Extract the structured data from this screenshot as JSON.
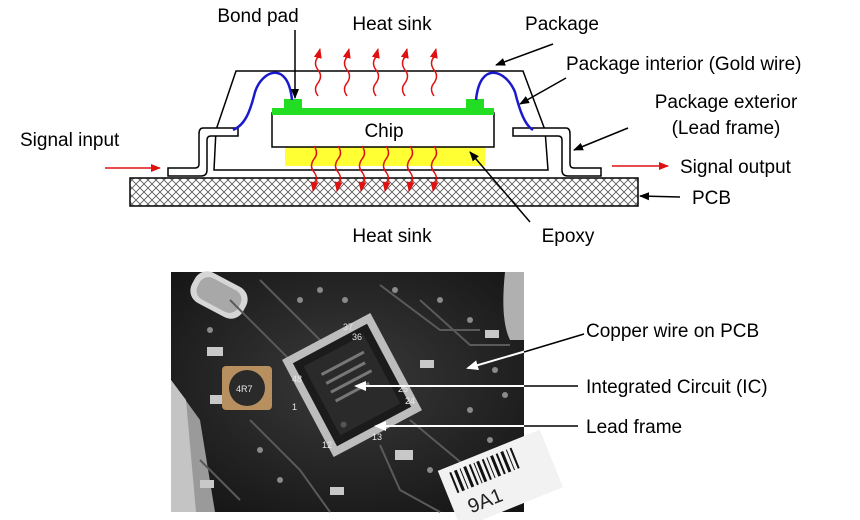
{
  "diagram": {
    "labels": {
      "bond_pad": "Bond pad",
      "heat_sink_top": "Heat sink",
      "package": "Package",
      "package_interior": "Package interior (Gold wire)",
      "package_exterior_1": "Package exterior",
      "package_exterior_2": "(Lead frame)",
      "signal_input": "Signal input",
      "signal_output": "Signal output",
      "chip": "Chip",
      "pcb": "PCB",
      "heat_sink_bottom": "Heat sink",
      "epoxy": "Epoxy"
    },
    "colors": {
      "gold_wire": "#1a1acc",
      "bond_pad": "#22dd22",
      "epoxy": "#ffff33",
      "heat_arrow": "#e01010",
      "signal_arrow": "#e01010"
    }
  },
  "photo": {
    "labels": {
      "copper_wire": "Copper wire on PCB",
      "ic": "Integrated Circuit (IC)",
      "lead_frame": "Lead frame"
    },
    "pin_numbers": [
      "1",
      "12",
      "13",
      "24",
      "25",
      "36",
      "37",
      "48"
    ],
    "component_text": "4R7",
    "barcode_text": "9A1"
  }
}
